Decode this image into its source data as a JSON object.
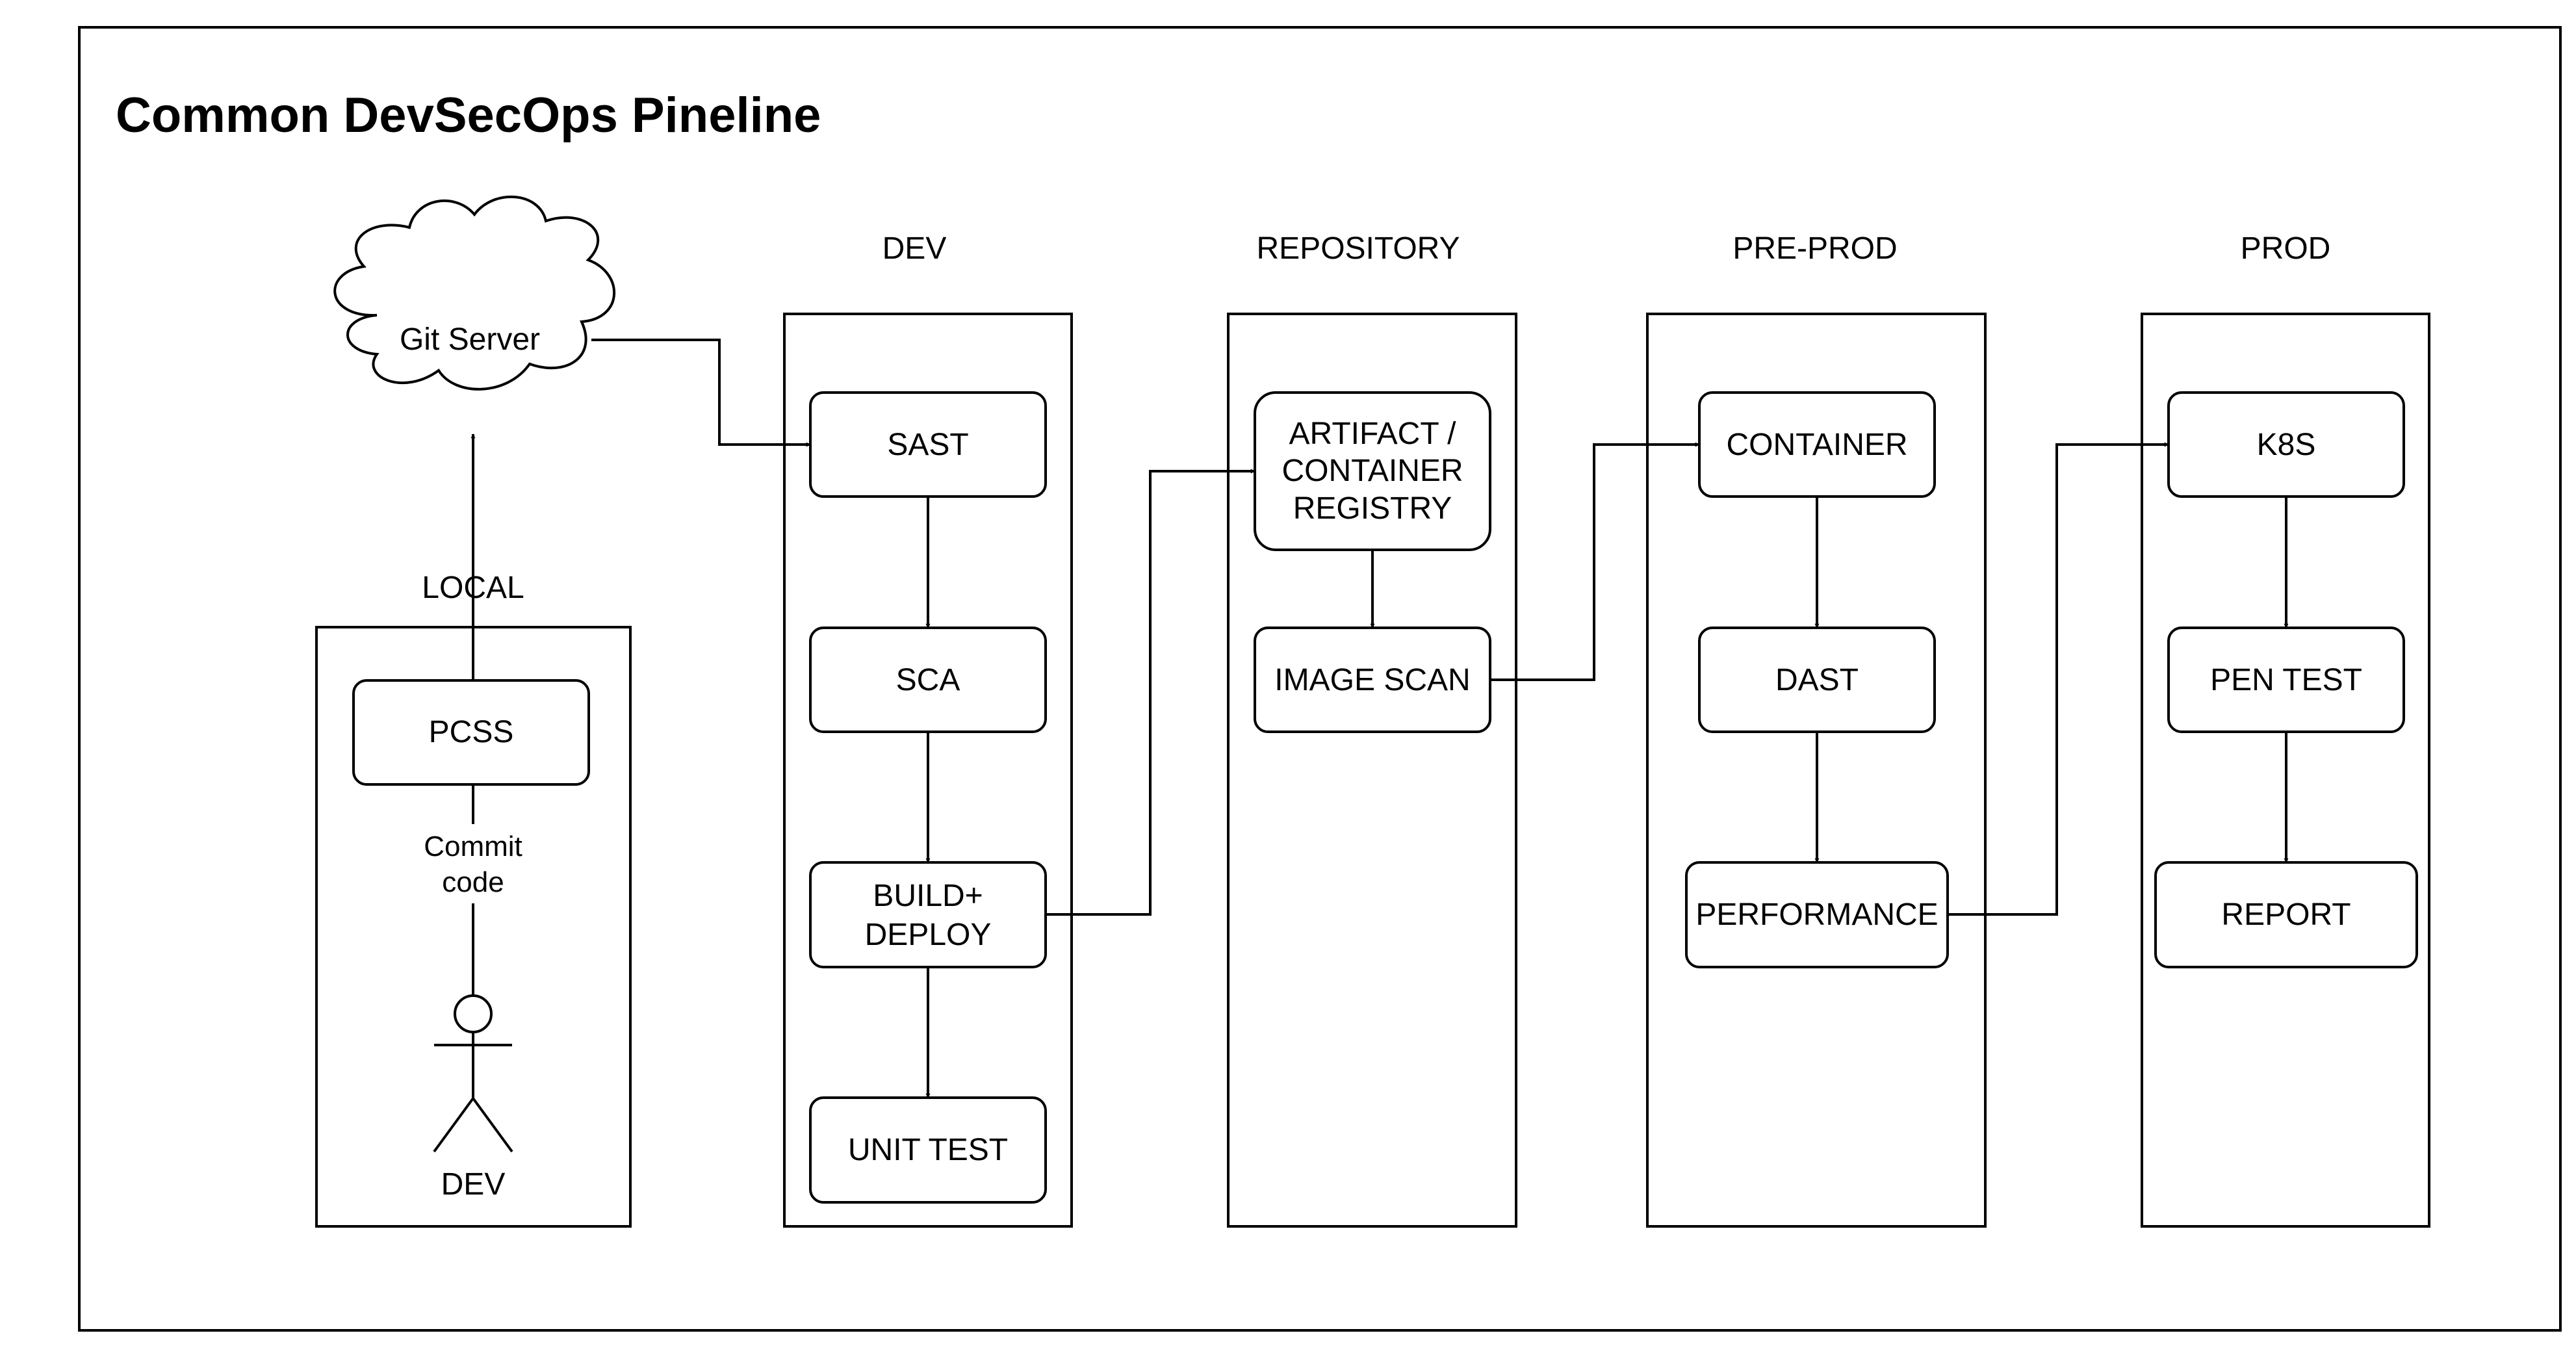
{
  "title": "Common DevSecOps Pineline",
  "git_server": "Git Server",
  "lanes": {
    "local": "LOCAL",
    "dev": "DEV",
    "repository": "REPOSITORY",
    "preprod": "PRE-PROD",
    "prod": "PROD"
  },
  "local": {
    "pcss": "PCSS",
    "commit_line1": "Commit",
    "commit_line2": "code",
    "actor": "DEV"
  },
  "dev": {
    "sast": "SAST",
    "sca": "SCA",
    "build_line1": "BUILD+",
    "build_line2": "DEPLOY",
    "unit_test": "UNIT TEST"
  },
  "repository": {
    "artifact_line1": "ARTIFACT /",
    "artifact_line2": "CONTAINER",
    "artifact_line3": "REGISTRY",
    "image_scan": "IMAGE SCAN"
  },
  "preprod": {
    "container": "CONTAINER",
    "dast": "DAST",
    "performance": "PERFORMANCE"
  },
  "prod": {
    "k8s": "K8S",
    "pen_test": "PEN TEST",
    "report": "REPORT"
  }
}
